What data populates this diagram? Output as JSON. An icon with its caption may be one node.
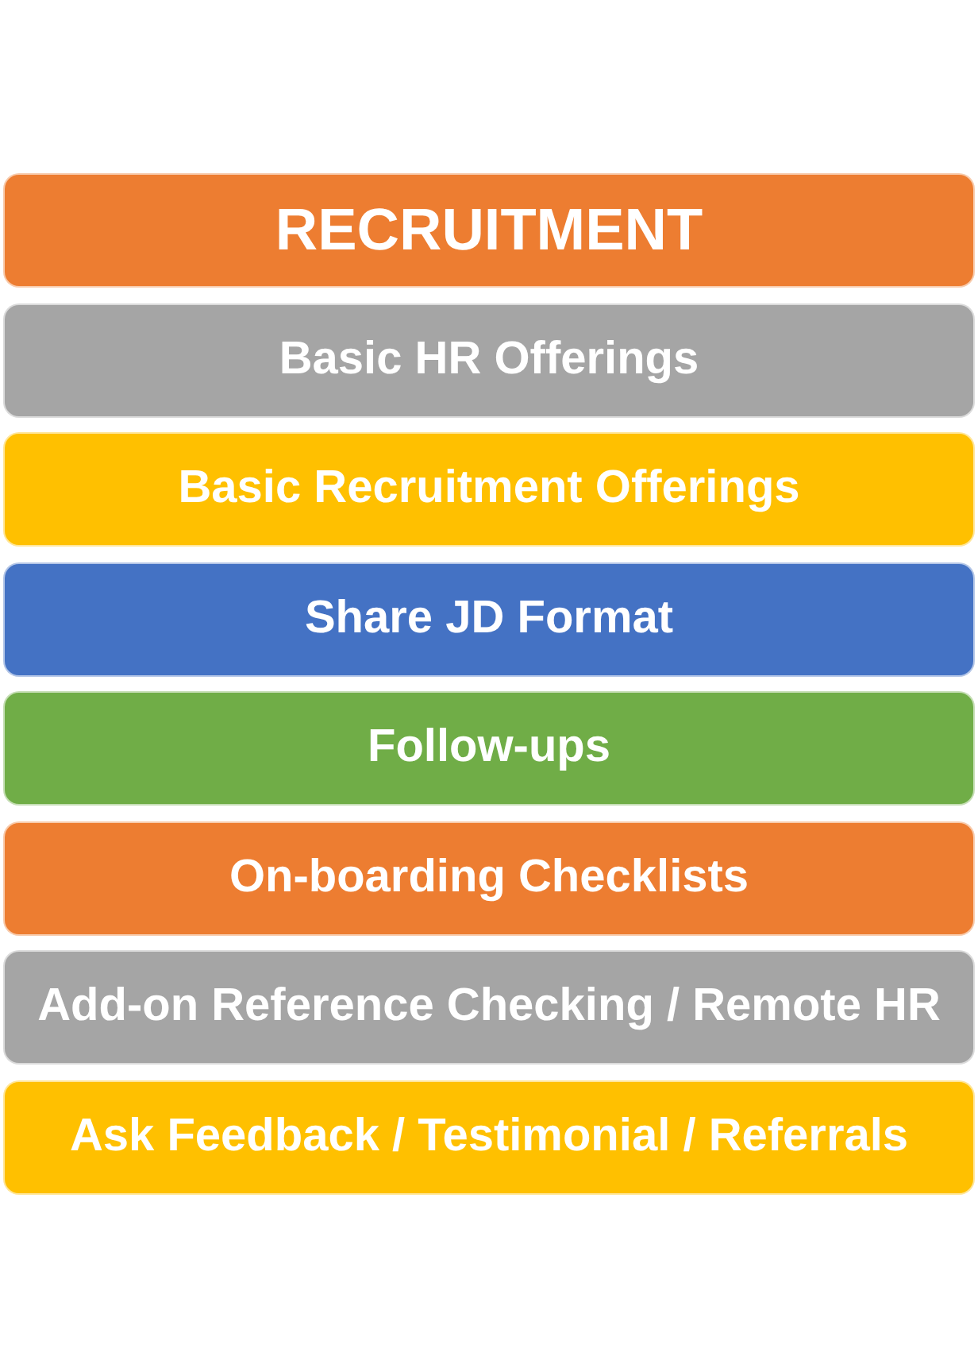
{
  "diagram": {
    "nodes": [
      {
        "text": [
          "RECRUITMENT"
        ]
      },
      {
        "text": [
          "Basic HR Offerings"
        ]
      },
      {
        "text": [
          "Basic Recruitment Offerings"
        ]
      },
      {
        "text": [
          "Share JD Format"
        ]
      },
      {
        "text": [
          "Follow-ups"
        ]
      },
      {
        "text": [
          "On-boarding Checklists"
        ]
      },
      {
        "text": [
          "Add-on Reference Checking / Remote HR"
        ]
      },
      {
        "text": [
          "Ask Feedback / Testimonial / Referrals"
        ]
      }
    ]
  }
}
